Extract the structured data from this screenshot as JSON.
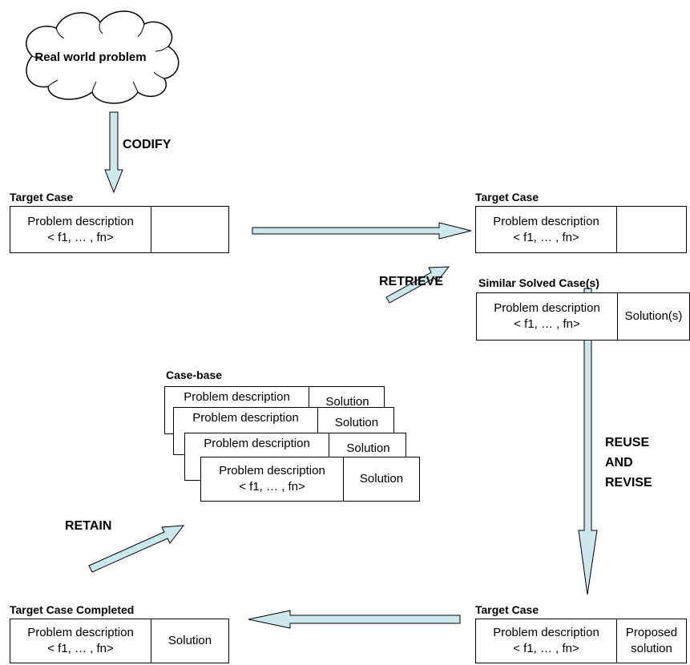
{
  "cloud": {
    "label": "Real world problem"
  },
  "steps": {
    "codify": "CODIFY",
    "retrieve": "RETRIEVE",
    "reuse_revise": [
      "REUSE",
      "AND",
      "REVISE"
    ],
    "retain": "RETAIN"
  },
  "target_case_left": {
    "title": "Target Case",
    "desc_line1": "Problem description",
    "desc_line2": "< f1, … , fn>",
    "solution": ""
  },
  "target_case_right": {
    "title": "Target Case",
    "desc_line1": "Problem description",
    "desc_line2": "< f1, … , fn>",
    "solution": ""
  },
  "similar_case": {
    "title": "Similar Solved Case(s)",
    "desc_line1": "Problem description",
    "desc_line2": "< f1, … , fn>",
    "solution": "Solution(s)"
  },
  "case_base": {
    "title": "Case-base",
    "cards": [
      {
        "desc": "Problem description",
        "solution": "Solution"
      },
      {
        "desc": "Problem description",
        "solution": "Solution"
      },
      {
        "desc": "Problem description",
        "solution": "Solution"
      }
    ],
    "front": {
      "desc_line1": "Problem description",
      "desc_line2": "< f1, … , fn>",
      "solution": "Solution"
    }
  },
  "target_case_proposed": {
    "title": "Target Case",
    "desc_line1": "Problem description",
    "desc_line2": "< f1, … , fn>",
    "solution_line1": "Proposed",
    "solution_line2": "solution"
  },
  "target_case_completed": {
    "title": "Target Case Completed",
    "desc_line1": "Problem description",
    "desc_line2": "< f1, … , fn>",
    "solution": "Solution"
  },
  "colors": {
    "arrow_fill": "#cde8ec",
    "stroke": "#000000"
  }
}
